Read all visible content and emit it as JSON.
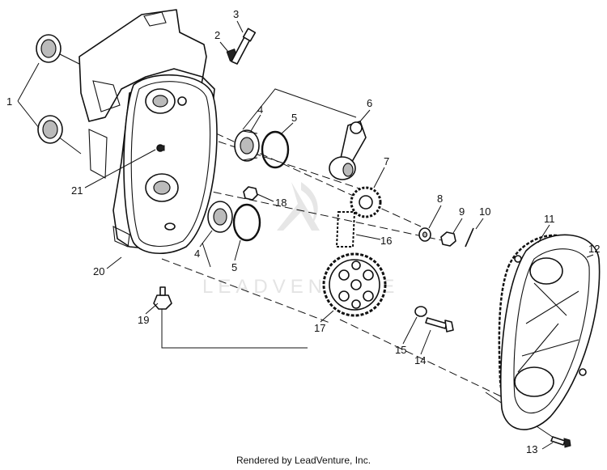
{
  "diagram": {
    "callouts": [
      "1",
      "2",
      "3",
      "4",
      "4",
      "5",
      "5",
      "6",
      "7",
      "8",
      "9",
      "10",
      "11",
      "12",
      "13",
      "14",
      "15",
      "16",
      "17",
      "18",
      "19",
      "20",
      "21"
    ]
  },
  "watermark": "LEADVENTURE",
  "credit": "Rendered by LeadVenture, Inc."
}
